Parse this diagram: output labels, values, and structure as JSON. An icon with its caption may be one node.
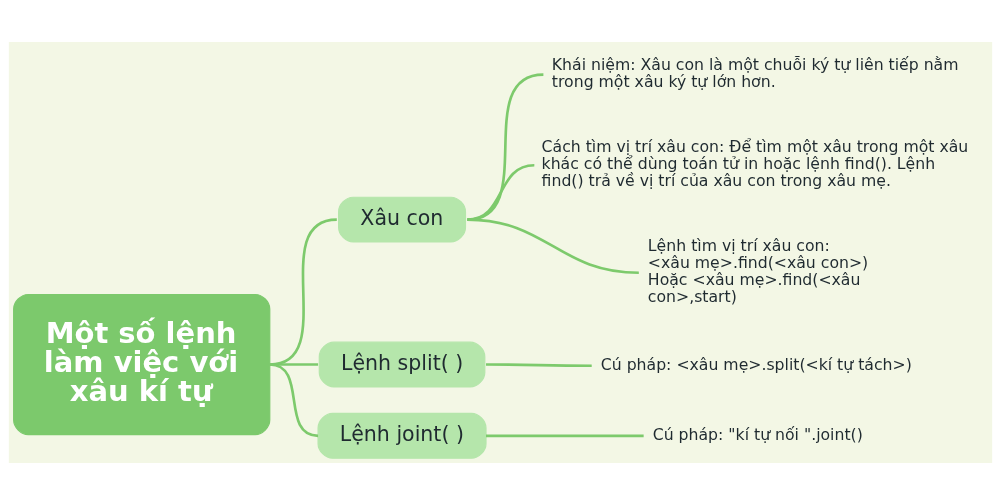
{
  "diagram": {
    "nodes": [
      {
        "text": [
          "Một số lệnh làm việc với xâu kí tự"
        ]
      },
      {
        "text": [
          "Xâu con"
        ]
      },
      {
        "text": [
          "Khái niệm: Xâu con là một chuỗi ký tự liên tiếp nằm trong một xâu ký tự lớn hơn."
        ]
      },
      {
        "text": [
          "Cách tìm vị trí xâu con: Để tìm một xâu trong một xâu khác có thể dùng toán tử in hoặc lệnh find(). Lệnh find() trả về vị trí của xâu con trong xâu mẹ."
        ]
      },
      {
        "text": [
          "Lệnh tìm vị trí xâu con: <xâu mẹ>.find(<xâu con>) Hoặc <xâu mẹ>.find(<xâu con>,start)"
        ]
      },
      {
        "text": [
          "Lệnh split( )"
        ]
      },
      {
        "text": [
          "Cú pháp: <xâu mẹ>.split(<kí tự tách>)"
        ]
      },
      {
        "text": [
          "Lệnh joint( )"
        ]
      },
      {
        "text": [
          "Cú pháp: \"kí tự nối \".joint()"
        ]
      }
    ],
    "edges": [
      {
        "from": 0,
        "to": 1,
        "arrow": "none"
      },
      {
        "from": 1,
        "to": 2,
        "arrow": "none"
      },
      {
        "from": 1,
        "to": 3,
        "arrow": "none"
      },
      {
        "from": 1,
        "to": 4,
        "arrow": "none"
      },
      {
        "from": 0,
        "to": 5,
        "arrow": "none"
      },
      {
        "from": 5,
        "to": 6,
        "arrow": "none"
      },
      {
        "from": 0,
        "to": 7,
        "arrow": "none"
      },
      {
        "from": 7,
        "to": 8,
        "arrow": "none"
      }
    ]
  }
}
